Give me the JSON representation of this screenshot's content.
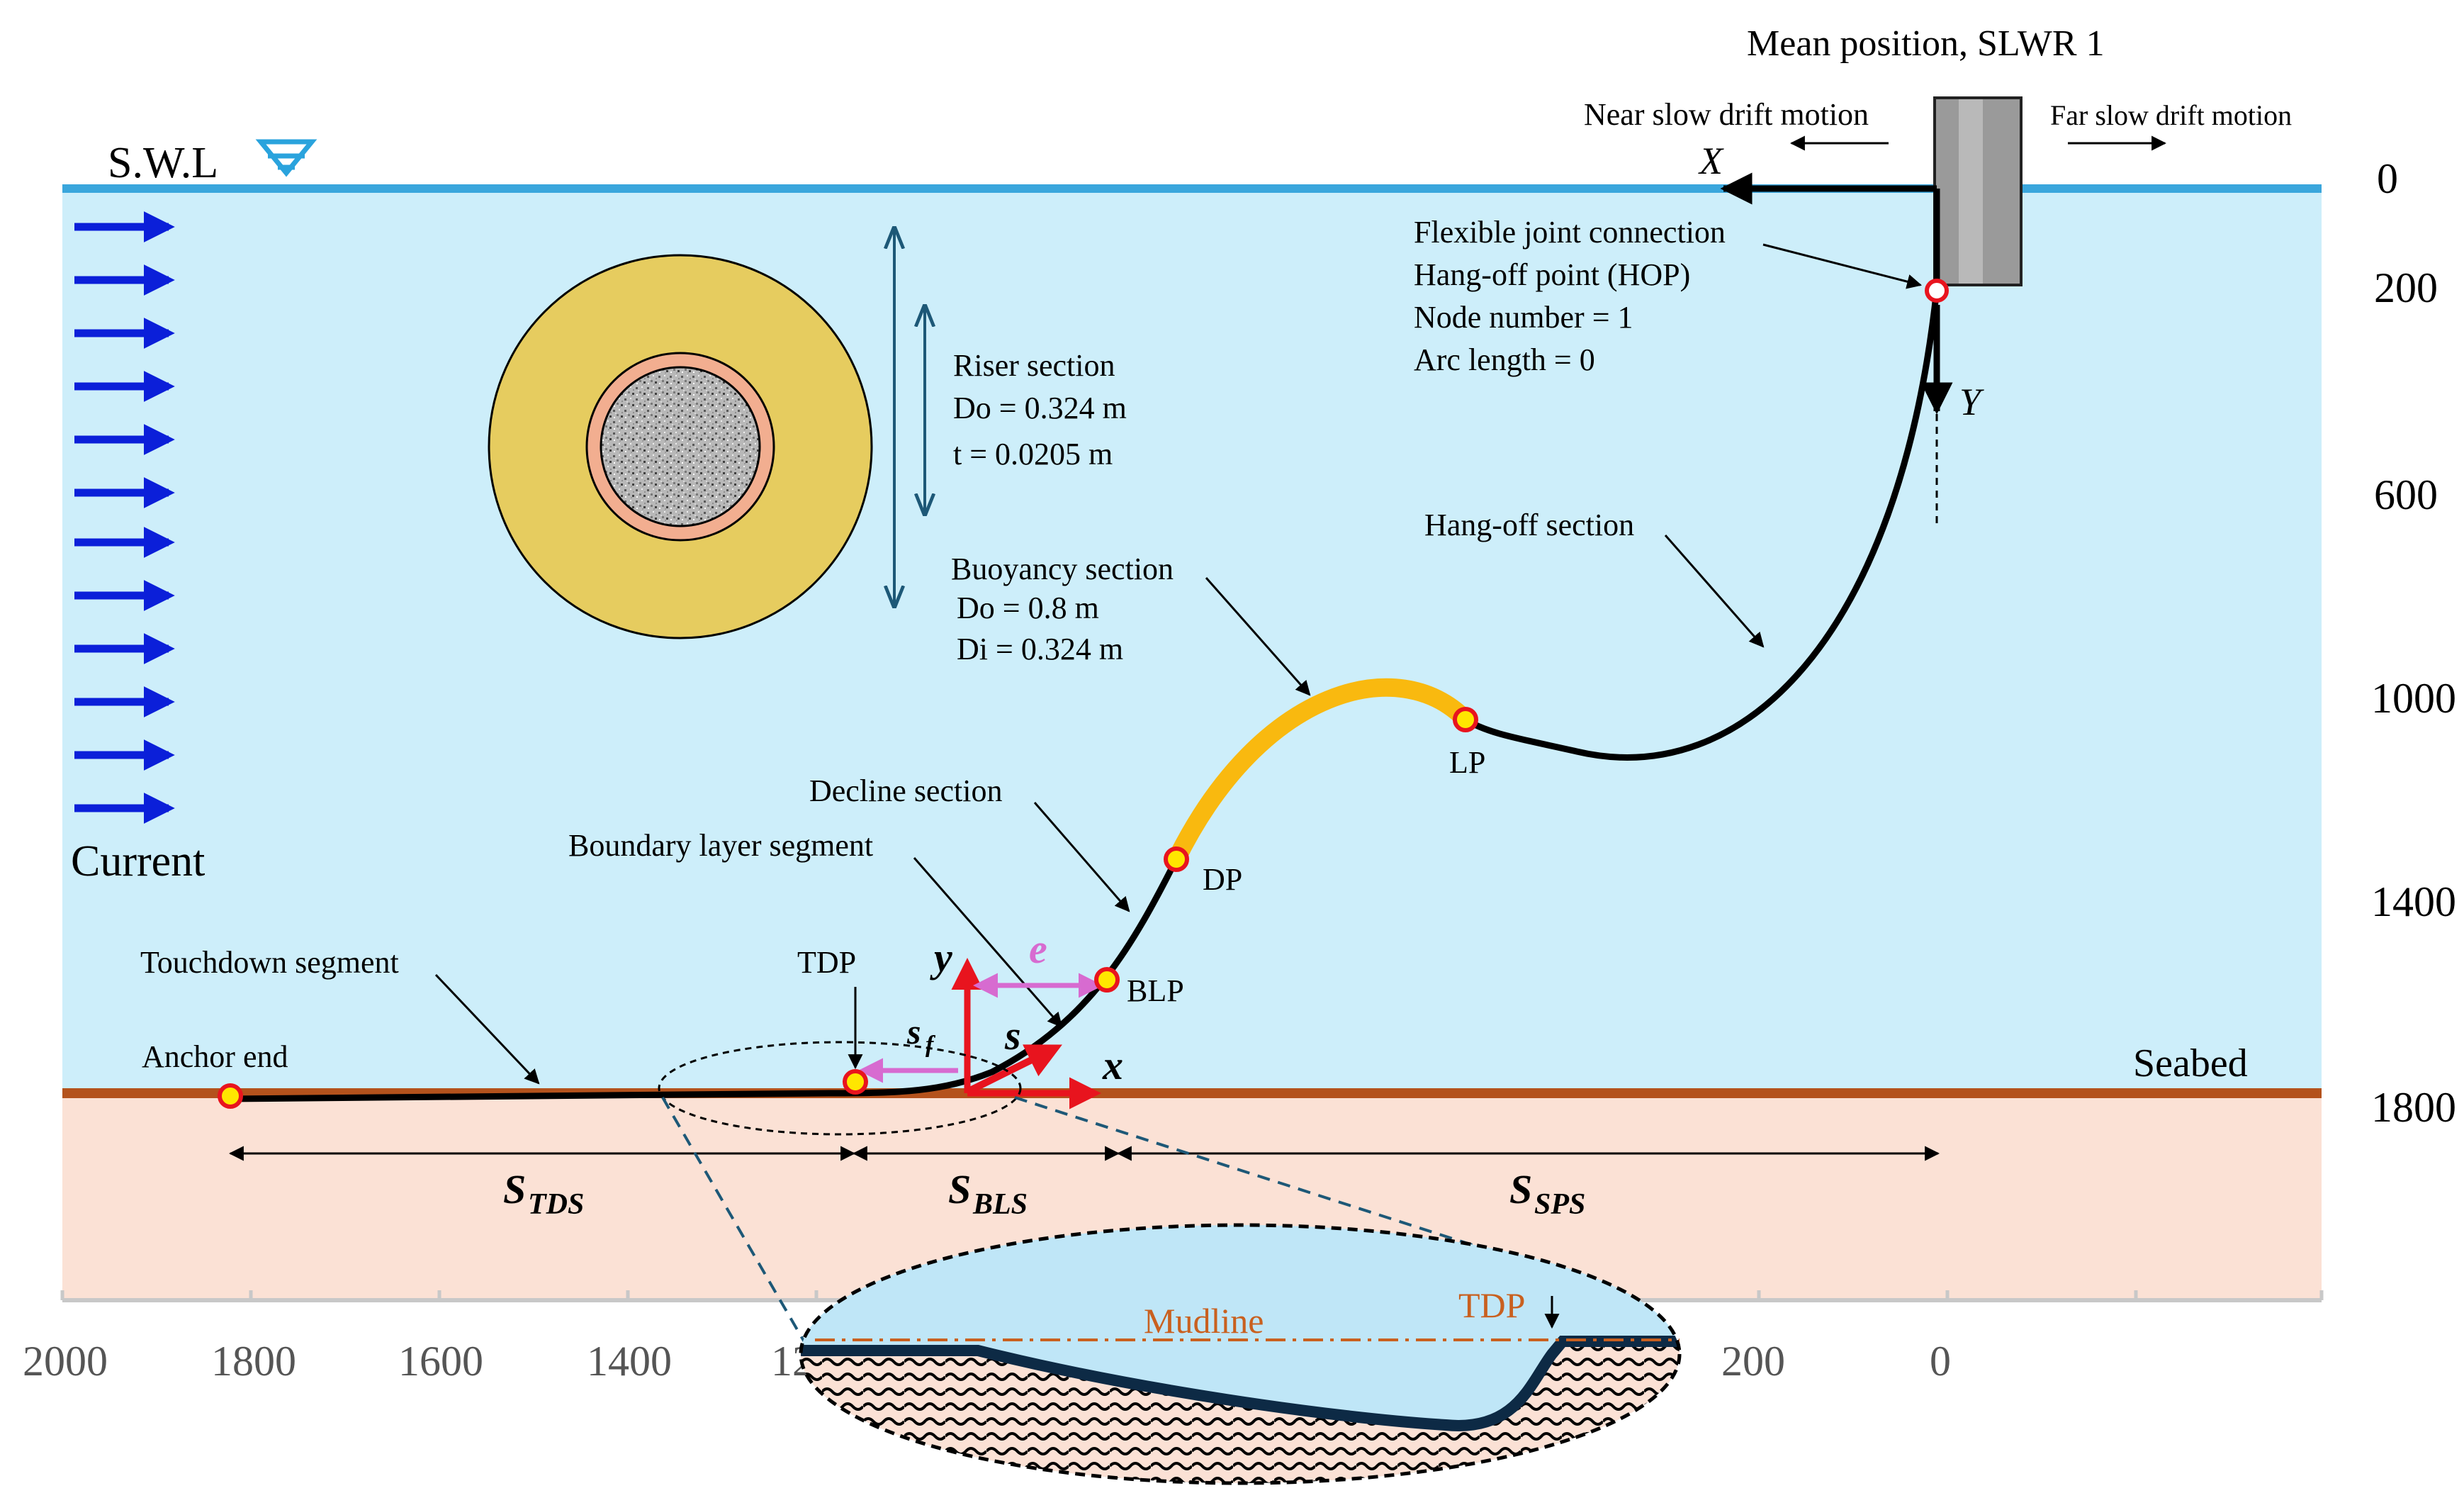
{
  "header": {
    "mean_position": "Mean position, SLWR 1",
    "near_motion": "Near slow drift motion",
    "far_motion": "Far slow drift motion"
  },
  "water": {
    "swl_label": "S.W.L",
    "current_label": "Current",
    "seabed_label": "Seabed"
  },
  "depth_axis": {
    "labels": [
      "0",
      "200",
      "600",
      "1000",
      "1400",
      "1800"
    ]
  },
  "x_axis": {
    "labels": [
      "2000",
      "1800",
      "1600",
      "1400",
      "12",
      "200",
      "0"
    ]
  },
  "riser_section": {
    "title": "Riser section",
    "do": "Do = 0.324  m",
    "t": "t =  0.0205 m"
  },
  "buoyancy_section": {
    "title": "Buoyancy section",
    "do": "Do = 0.8  m",
    "di": "Di = 0.324  m"
  },
  "hop": {
    "line1": "Flexible joint connection",
    "line2": "Hang-off point (HOP)",
    "line3": "Node number = 1",
    "line4": "Arc length = 0"
  },
  "axes_labels": {
    "X": "X",
    "Y": "Y",
    "x": "x",
    "y": "y",
    "s": "s",
    "e": "e",
    "sf": "s",
    "sf_sub": "f"
  },
  "sections": {
    "hangoff": "Hang-off section",
    "decline": "Decline section",
    "boundary": "Boundary layer segment",
    "touchdown": "Touchdown segment",
    "anchor": "Anchor end"
  },
  "points": {
    "LP": "LP",
    "DP": "DP",
    "BLP": "BLP",
    "TDP": "TDP"
  },
  "spans": {
    "tds": "S",
    "tds_sub": "TDS",
    "bls": "S",
    "bls_sub": "BLS",
    "sps": "S",
    "sps_sub": "SPS"
  },
  "inset": {
    "mudline": "Mudline",
    "tdp": "TDP"
  },
  "colors": {
    "water": "#cdeefa",
    "soil": "#fbe1d5",
    "surface_line": "#3aa6dc",
    "seabed_line": "#b4521c",
    "riser": "#000000",
    "buoyancy": "#f9b90f",
    "current_arrow": "#0b1fd9",
    "red_axes": "#e8141e",
    "pink_dims": "#d76bd0",
    "node_fill": "#ffe600",
    "node_ring": "#e8141e",
    "mudline": "#c9601f",
    "section_outer": "#e6cc5f",
    "section_ring": "#f2ae90",
    "dim_arrow": "#1d5877"
  }
}
